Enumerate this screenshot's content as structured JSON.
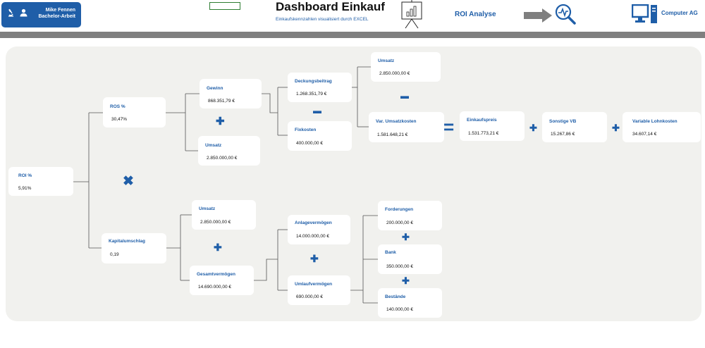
{
  "header": {
    "author": "Mike Fennen\nBachelor-Arbeit",
    "title": "Dashboard Einkauf",
    "subtitle": "Einkaufskennzahlen visualisiert durch EXCEL",
    "roi_link": "ROI Analyse",
    "company": "Computer AG"
  },
  "colors": {
    "accent": "#1f5ea8",
    "bar": "#7f7f7f",
    "panel": "#f1f1ee"
  },
  "icons": [
    "microscope-icon",
    "user-icon",
    "presentation-board-icon",
    "arrow-right-icon",
    "search-analytics-icon",
    "computer-icon"
  ],
  "tree": {
    "roi": {
      "label": "ROI %",
      "value": "5,91%"
    },
    "ros": {
      "label": "ROS %",
      "value": "30,47%"
    },
    "kapitalumschlag": {
      "label": "Kapitalumschlag",
      "value": "0,19"
    },
    "gewinn": {
      "label": "Gewinn",
      "value": "868.351,79 €"
    },
    "umsatz_ros": {
      "label": "Umsatz",
      "value": "2.850.000,00 €"
    },
    "deckungsbeitrag": {
      "label": "Deckungsbeitrag",
      "value": "1.268.351,79 €"
    },
    "fixkosten": {
      "label": "Fixkosten",
      "value": "400.000,00 €"
    },
    "umsatz_db": {
      "label": "Umsatz",
      "value": "2.850.000,00 €"
    },
    "var_umsatzkosten": {
      "label": "Var. Umsatzkosten",
      "value": "1.581.648,21 €"
    },
    "einkaufspreis": {
      "label": "Einkaufspreis",
      "value": "1.531.773,21 €"
    },
    "sonstige_vb": {
      "label": "Sonstige VB",
      "value": "15.267,86 €"
    },
    "variable_lohnkosten": {
      "label": "Variable Lohnkosten",
      "value": "34.607,14 €"
    },
    "umsatz_ku": {
      "label": "Umsatz",
      "value": "2.850.000,00 €"
    },
    "gesamtvermoegen": {
      "label": "Gesamtvermögen",
      "value": "14.690.000,00 €"
    },
    "anlagevermoegen": {
      "label": "Anlagevermögen",
      "value": "14.000.000,00 €"
    },
    "umlaufvermoegen": {
      "label": "Umlaufvermögen",
      "value": "690.000,00 €"
    },
    "forderungen": {
      "label": "Forderungen",
      "value": "200.000,00 €"
    },
    "bank": {
      "label": "Bank",
      "value": "350.000,00 €"
    },
    "bestaende": {
      "label": "Bestände",
      "value": "140.000,00 €"
    }
  },
  "operators": {
    "plus": "✚",
    "minus": "▬",
    "times": "✖",
    "equals": "="
  }
}
